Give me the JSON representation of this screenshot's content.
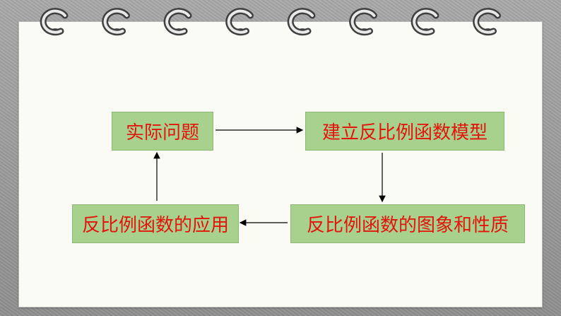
{
  "diagram": {
    "nodes": [
      {
        "id": "practical-problem",
        "label": "实际问题"
      },
      {
        "id": "build-model",
        "label": "建立反比例函数模型"
      },
      {
        "id": "graph-properties",
        "label": "反比例函数的图象和性质"
      },
      {
        "id": "application",
        "label": "反比例函数的应用"
      }
    ],
    "edges": [
      {
        "from": "practical-problem",
        "to": "build-model"
      },
      {
        "from": "build-model",
        "to": "graph-properties"
      },
      {
        "from": "graph-properties",
        "to": "application"
      },
      {
        "from": "application",
        "to": "practical-problem"
      }
    ]
  },
  "colors": {
    "box_fill": "#a9d18e",
    "text": "#e3140c",
    "arrow": "#000000",
    "paper": "#fbfbf6",
    "frame": "#9a9a9a"
  },
  "decoration": {
    "binder_rings": 8,
    "icon": "spiral-binder-ring-icon"
  }
}
